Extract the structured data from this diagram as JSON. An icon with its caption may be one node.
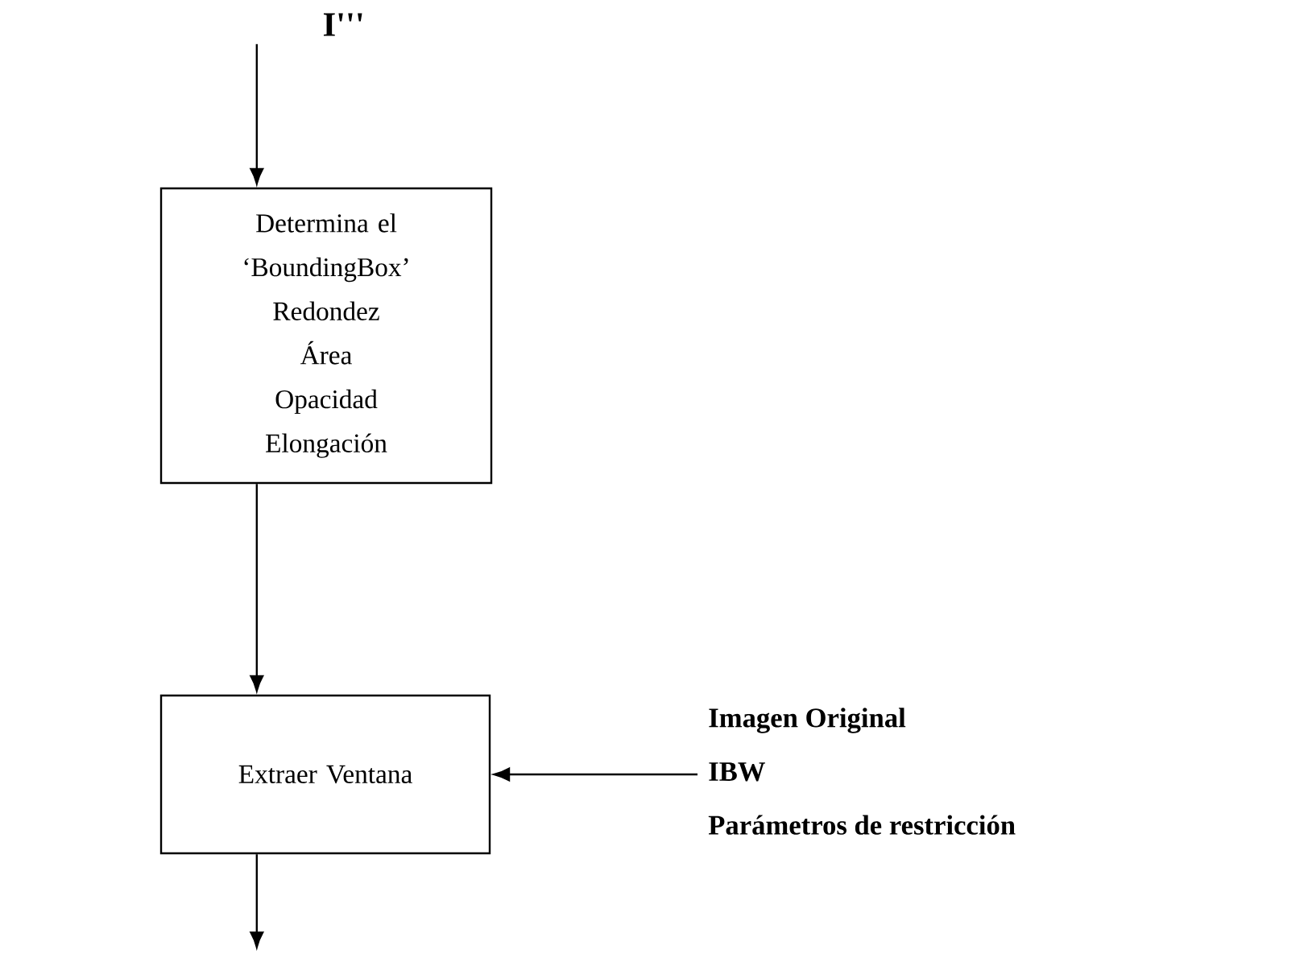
{
  "diagram": {
    "nodes": [
      {
        "text": [
          "Determina el ‘BoundingBox’",
          "Redondez",
          "Área",
          "Opacidad",
          "Elongación"
        ]
      },
      {
        "text": [
          "Extraer Ventana"
        ]
      },
      {
        "text": [
          "Imagen Original",
          "IBW",
          "Parámetros de restricción"
        ]
      }
    ],
    "edges": [
      {
        "from": null,
        "to": 0,
        "arrow": "to"
      },
      {
        "from": 0,
        "to": 1,
        "arrow": "to"
      },
      {
        "from": 2,
        "to": 1,
        "arrow": "to"
      },
      {
        "from": 1,
        "to": null,
        "arrow": "to"
      }
    ],
    "labels": [
      "I'''"
    ]
  }
}
